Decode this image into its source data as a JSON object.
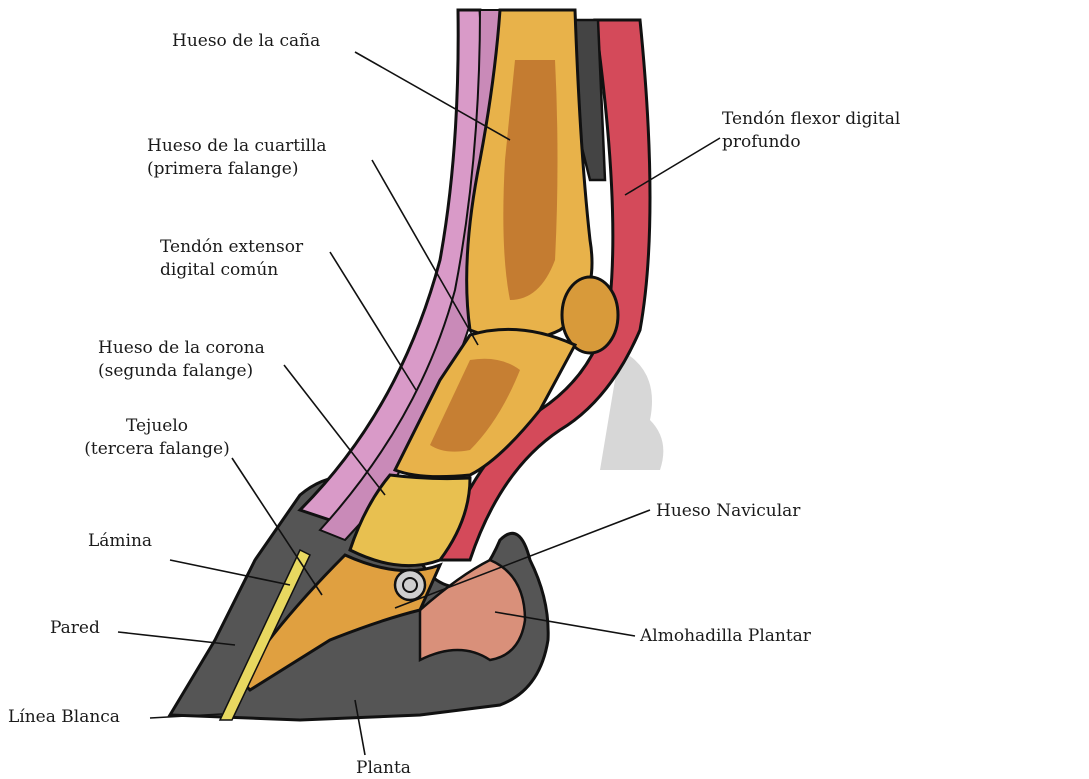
{
  "labels": {
    "cana": "Hueso de la caña",
    "cuartilla_1": "Hueso de la cuartilla",
    "cuartilla_2": "(primera falange)",
    "extensor_1": "Tendón extensor",
    "extensor_2": "digital común",
    "corona_1": "Hueso de la corona",
    "corona_2": "(segunda falange)",
    "tejuelo_1": "Tejuelo",
    "tejuelo_2": "(tercera falange)",
    "lamina": "Lámina",
    "pared": "Pared",
    "linea_blanca": "Línea Blanca",
    "flexor_1": "Tendón flexor digital",
    "flexor_2": "profundo",
    "navicular": "Hueso Navicular",
    "almohadilla": "Almohadilla Plantar",
    "planta": "Planta"
  },
  "colors": {
    "bone": "#e8b24a",
    "bone_marrow": "#b86a2a",
    "skin_pink": "#d99ac8",
    "tendon_red": "#d44a5a",
    "horn_gray": "#5a5a5a",
    "pad": "#d9907a",
    "outline": "#111111",
    "yellow_band": "#e8d860"
  }
}
